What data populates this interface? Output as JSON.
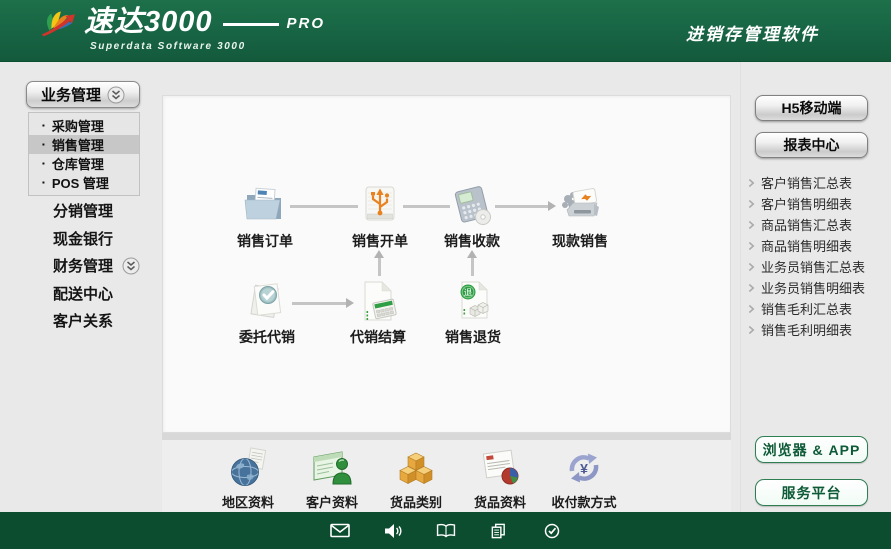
{
  "header": {
    "brand": "速达3000",
    "brand_pro": "PRO",
    "brand_sub": "Superdata Software 3000",
    "tagline": "进销存管理软件"
  },
  "sidebar": {
    "group_button": "业务管理",
    "bullet": "▪",
    "submenu": [
      {
        "label": "采购管理",
        "selected": false
      },
      {
        "label": "销售管理",
        "selected": true
      },
      {
        "label": "仓库管理",
        "selected": false
      },
      {
        "label": "POS 管理",
        "selected": false
      }
    ],
    "items": [
      {
        "label": "分销管理",
        "has_chevron": false
      },
      {
        "label": "现金银行",
        "has_chevron": false
      },
      {
        "label": "财务管理",
        "has_chevron": true
      },
      {
        "label": "配送中心",
        "has_chevron": false
      },
      {
        "label": "客户关系",
        "has_chevron": false
      }
    ]
  },
  "flowchart": {
    "return_badge": "退",
    "nodes": [
      {
        "label": "销售订单",
        "icon": "folder-document-icon"
      },
      {
        "label": "销售开单",
        "icon": "usb-invoice-icon"
      },
      {
        "label": "销售收款",
        "icon": "calculator-receipt-icon"
      },
      {
        "label": "现款销售",
        "icon": "cash-register-icon"
      },
      {
        "label": "委托代销",
        "icon": "document-check-icon"
      },
      {
        "label": "代销结算",
        "icon": "document-calculator-icon"
      },
      {
        "label": "销售退货",
        "icon": "return-goods-icon"
      }
    ]
  },
  "quickbar": {
    "currency_symbol": "¥",
    "items": [
      {
        "label": "地区资料",
        "icon": "globe-icon"
      },
      {
        "label": "客户资料",
        "icon": "customer-card-icon"
      },
      {
        "label": "货品类别",
        "icon": "boxes-icon"
      },
      {
        "label": "货品资料",
        "icon": "goods-sheet-icon"
      },
      {
        "label": "收付款方式",
        "icon": "payment-exchange-icon"
      }
    ]
  },
  "rightbar": {
    "h5_button": "H5移动端",
    "reports_button": "报表中心",
    "reports": [
      "客户销售汇总表",
      "客户销售明细表",
      "商品销售汇总表",
      "商品销售明细表",
      "业务员销售汇总表",
      "业务员销售明细表",
      "销售毛利汇总表",
      "销售毛利明细表"
    ],
    "browser_button": "浏览器 & APP",
    "service_button": "服务平台"
  },
  "statusbar": {
    "icons": [
      "mail-icon",
      "speaker-icon",
      "book-icon",
      "copy-icon",
      "clock-check-icon"
    ]
  },
  "colors": {
    "header_green": "#176444",
    "statusbar_green": "#0b4d2e",
    "accent_green": "#0d5a36",
    "selected_item_bg": "#c7c7c7",
    "arrow_gray": "#c5c5c5",
    "usb_orange": "#e8821e",
    "doc_green": "#2f9e44"
  }
}
